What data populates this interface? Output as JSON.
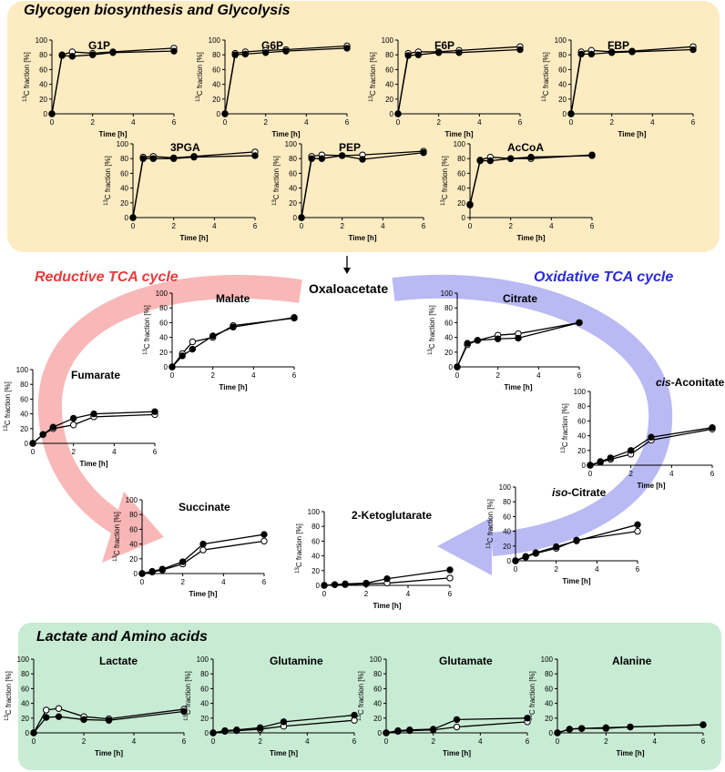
{
  "sections": {
    "top_title": "Glycogen biosynthesis and Glycolysis",
    "bottom_title": "Lactate and Amino acids",
    "reductive_label": "Reductive TCA cycle",
    "oxidative_label": "Oxidative TCA cycle",
    "center_label": "Oxaloacetate"
  },
  "colors": {
    "top_panel_bg": "#fdebc2",
    "bottom_panel_bg": "#c8ebd4",
    "reductive": "#e83a3a",
    "oxidative": "#2a2ad8",
    "reductive_arrow": "#f8b4b4",
    "oxidative_arrow": "#b5b5f2"
  },
  "chart_data": [
    {
      "id": "G1P",
      "type": "line",
      "title": "G1P",
      "xlabel": "Time [h]",
      "ylabel": "13C fraction [%]",
      "xlim": [
        0,
        6
      ],
      "ylim": [
        0,
        100
      ],
      "xticks": [
        0,
        2,
        4,
        6
      ],
      "yticks": [
        0,
        20,
        40,
        60,
        80,
        100
      ],
      "series": [
        {
          "marker": "open",
          "x": [
            0,
            0.5,
            1,
            2,
            3,
            6
          ],
          "y": [
            0,
            80,
            84,
            82,
            84,
            89
          ]
        },
        {
          "marker": "filled",
          "x": [
            0,
            0.5,
            1,
            2,
            3,
            6
          ],
          "y": [
            0,
            79,
            78,
            80,
            83,
            85
          ]
        }
      ]
    },
    {
      "id": "G6P",
      "type": "line",
      "title": "G6P",
      "xlabel": "Time [h]",
      "ylabel": "13C fraction [%]",
      "xlim": [
        0,
        6
      ],
      "ylim": [
        0,
        100
      ],
      "xticks": [
        0,
        2,
        4,
        6
      ],
      "yticks": [
        0,
        20,
        40,
        60,
        80,
        100
      ],
      "series": [
        {
          "marker": "open",
          "x": [
            0,
            0.5,
            1,
            2,
            3,
            6
          ],
          "y": [
            0,
            82,
            84,
            86,
            87,
            92
          ]
        },
        {
          "marker": "filled",
          "x": [
            0,
            0.5,
            1,
            2,
            3,
            6
          ],
          "y": [
            0,
            80,
            81,
            83,
            85,
            89
          ]
        }
      ]
    },
    {
      "id": "F6P",
      "type": "line",
      "title": "F6P",
      "xlabel": "Time [h]",
      "ylabel": "13C fraction [%]",
      "xlim": [
        0,
        6
      ],
      "ylim": [
        0,
        100
      ],
      "xticks": [
        0,
        2,
        4,
        6
      ],
      "yticks": [
        0,
        20,
        40,
        60,
        80,
        100
      ],
      "series": [
        {
          "marker": "open",
          "x": [
            0,
            0.5,
            1,
            2,
            3,
            6
          ],
          "y": [
            0,
            82,
            84,
            84,
            86,
            91
          ]
        },
        {
          "marker": "filled",
          "x": [
            0,
            0.5,
            1,
            2,
            3,
            6
          ],
          "y": [
            0,
            79,
            80,
            83,
            83,
            87
          ]
        }
      ]
    },
    {
      "id": "FBP",
      "type": "line",
      "title": "FBP",
      "xlabel": "Time [h]",
      "ylabel": "13C fraction [%]",
      "xlim": [
        0,
        6
      ],
      "ylim": [
        0,
        100
      ],
      "xticks": [
        0,
        2,
        4,
        6
      ],
      "yticks": [
        0,
        20,
        40,
        60,
        80,
        100
      ],
      "series": [
        {
          "marker": "open",
          "x": [
            0,
            0.5,
            1,
            2,
            3,
            6
          ],
          "y": [
            0,
            84,
            86,
            84,
            85,
            91
          ]
        },
        {
          "marker": "filled",
          "x": [
            0,
            0.5,
            1,
            2,
            3,
            6
          ],
          "y": [
            0,
            81,
            81,
            83,
            84,
            87
          ]
        }
      ]
    },
    {
      "id": "3PGA",
      "type": "line",
      "title": "3PGA",
      "xlabel": "Time [h]",
      "ylabel": "13C fraction [%]",
      "xlim": [
        0,
        6
      ],
      "ylim": [
        0,
        100
      ],
      "xticks": [
        0,
        2,
        4,
        6
      ],
      "yticks": [
        0,
        20,
        40,
        60,
        80,
        100
      ],
      "series": [
        {
          "marker": "open",
          "x": [
            0,
            0.5,
            1,
            2,
            3,
            6
          ],
          "y": [
            0,
            82,
            83,
            81,
            83,
            89
          ]
        },
        {
          "marker": "filled",
          "x": [
            0,
            0.5,
            1,
            2,
            3,
            6
          ],
          "y": [
            0,
            80,
            80,
            80,
            82,
            84
          ]
        }
      ]
    },
    {
      "id": "PEP",
      "type": "line",
      "title": "PEP",
      "xlabel": "Time [h]",
      "ylabel": "13C fraction [%]",
      "xlim": [
        0,
        6
      ],
      "ylim": [
        0,
        100
      ],
      "xticks": [
        0,
        2,
        4,
        6
      ],
      "yticks": [
        0,
        20,
        40,
        60,
        80,
        100
      ],
      "series": [
        {
          "marker": "open",
          "x": [
            0,
            0.5,
            1,
            2,
            3,
            6
          ],
          "y": [
            0,
            83,
            85,
            84,
            85,
            90
          ]
        },
        {
          "marker": "filled",
          "x": [
            0,
            0.5,
            1,
            2,
            3,
            6
          ],
          "y": [
            0,
            80,
            80,
            84,
            79,
            88
          ]
        }
      ]
    },
    {
      "id": "AcCoA",
      "type": "line",
      "title": "AcCoA",
      "xlabel": "Time [h]",
      "ylabel": "13C fraction [%]",
      "xlim": [
        0,
        6
      ],
      "ylim": [
        0,
        100
      ],
      "xticks": [
        0,
        2,
        4,
        6
      ],
      "yticks": [
        0,
        20,
        40,
        60,
        80,
        100
      ],
      "series": [
        {
          "marker": "open",
          "x": [
            0,
            0.5,
            1,
            2,
            3,
            6
          ],
          "y": [
            18,
            78,
            82,
            80,
            80,
            85
          ]
        },
        {
          "marker": "filled",
          "x": [
            0,
            0.5,
            1,
            2,
            3,
            6
          ],
          "y": [
            17,
            77,
            77,
            80,
            82,
            84
          ]
        }
      ]
    },
    {
      "id": "Malate",
      "type": "line",
      "title": "Malate",
      "xlabel": "Time [h]",
      "ylabel": "13C fraction [%]",
      "xlim": [
        0,
        6
      ],
      "ylim": [
        0,
        100
      ],
      "xticks": [
        0,
        2,
        4,
        6
      ],
      "yticks": [
        0,
        20,
        40,
        60,
        80,
        100
      ],
      "series": [
        {
          "marker": "open",
          "x": [
            0,
            0.5,
            1,
            2,
            3,
            6
          ],
          "y": [
            0,
            18,
            34,
            40,
            56,
            66
          ]
        },
        {
          "marker": "filled",
          "x": [
            0,
            0.5,
            1,
            2,
            3,
            6
          ],
          "y": [
            0,
            15,
            24,
            42,
            54,
            67
          ]
        }
      ]
    },
    {
      "id": "Citrate",
      "type": "line",
      "title": "Citrate",
      "xlabel": "Time [h]",
      "ylabel": "13C fraction [%]",
      "xlim": [
        0,
        6
      ],
      "ylim": [
        0,
        100
      ],
      "xticks": [
        0,
        2,
        4,
        6
      ],
      "yticks": [
        0,
        20,
        40,
        60,
        80,
        100
      ],
      "series": [
        {
          "marker": "open",
          "x": [
            0,
            0.5,
            1,
            2,
            3,
            6
          ],
          "y": [
            0,
            30,
            36,
            43,
            45,
            60
          ]
        },
        {
          "marker": "filled",
          "x": [
            0,
            0.5,
            1,
            2,
            3,
            6
          ],
          "y": [
            0,
            32,
            36,
            38,
            39,
            60
          ]
        }
      ]
    },
    {
      "id": "Fumarate",
      "type": "line",
      "title": "Fumarate",
      "xlabel": "Time [h]",
      "ylabel": "13C fraction [%]",
      "xlim": [
        0,
        6
      ],
      "ylim": [
        0,
        100
      ],
      "xticks": [
        0,
        2,
        4,
        6
      ],
      "yticks": [
        0,
        20,
        40,
        60,
        80,
        100
      ],
      "series": [
        {
          "marker": "open",
          "x": [
            0,
            0.5,
            1,
            2,
            3,
            6
          ],
          "y": [
            0,
            12,
            20,
            25,
            36,
            39
          ]
        },
        {
          "marker": "filled",
          "x": [
            0,
            0.5,
            1,
            2,
            3,
            6
          ],
          "y": [
            0,
            12,
            22,
            34,
            40,
            43
          ]
        }
      ]
    },
    {
      "id": "cis-Aconitate",
      "type": "line",
      "title": "cis-Aconitate",
      "xlabel": "Time [h]",
      "ylabel": "13C fraction [%]",
      "xlim": [
        0,
        6
      ],
      "ylim": [
        0,
        100
      ],
      "xticks": [
        0,
        2,
        4,
        6
      ],
      "yticks": [
        0,
        20,
        40,
        60,
        80,
        100
      ],
      "series": [
        {
          "marker": "open",
          "x": [
            0,
            0.5,
            1,
            2,
            3,
            6
          ],
          "y": [
            0,
            4,
            8,
            15,
            34,
            49
          ]
        },
        {
          "marker": "filled",
          "x": [
            0,
            0.5,
            1,
            2,
            3,
            6
          ],
          "y": [
            0,
            5,
            10,
            20,
            38,
            51
          ]
        }
      ]
    },
    {
      "id": "Succinate",
      "type": "line",
      "title": "Succinate",
      "xlabel": "Time [h]",
      "ylabel": "13C fraction [%]",
      "xlim": [
        0,
        6
      ],
      "ylim": [
        0,
        100
      ],
      "xticks": [
        0,
        2,
        4,
        6
      ],
      "yticks": [
        0,
        20,
        40,
        60,
        80,
        100
      ],
      "series": [
        {
          "marker": "open",
          "x": [
            0,
            0.5,
            1,
            2,
            3,
            6
          ],
          "y": [
            0,
            2,
            5,
            13,
            32,
            44
          ]
        },
        {
          "marker": "filled",
          "x": [
            0,
            0.5,
            1,
            2,
            3,
            6
          ],
          "y": [
            0,
            3,
            6,
            16,
            40,
            53
          ]
        }
      ]
    },
    {
      "id": "2-Ketoglutarate",
      "type": "line",
      "title": "2-Ketoglutarate",
      "xlabel": "Time [h]",
      "ylabel": "13C fraction [%]",
      "xlim": [
        0,
        6
      ],
      "ylim": [
        0,
        100
      ],
      "xticks": [
        0,
        2,
        4,
        6
      ],
      "yticks": [
        0,
        20,
        40,
        60,
        80,
        100
      ],
      "series": [
        {
          "marker": "open",
          "x": [
            0,
            0.5,
            1,
            2,
            3,
            6
          ],
          "y": [
            0,
            1,
            1,
            2,
            3,
            10
          ]
        },
        {
          "marker": "filled",
          "x": [
            0,
            0.5,
            1,
            2,
            3,
            6
          ],
          "y": [
            0,
            1,
            2,
            3,
            9,
            21
          ]
        }
      ]
    },
    {
      "id": "iso-Citrate",
      "type": "line",
      "title": "iso-Citrate",
      "xlabel": "Time [h]",
      "ylabel": "13C fraction [%]",
      "xlim": [
        0,
        6
      ],
      "ylim": [
        0,
        100
      ],
      "xticks": [
        0,
        2,
        4,
        6
      ],
      "yticks": [
        0,
        20,
        40,
        60,
        80,
        100
      ],
      "series": [
        {
          "marker": "open",
          "x": [
            0,
            0.5,
            1,
            2,
            3,
            6
          ],
          "y": [
            0,
            5,
            10,
            17,
            28,
            40
          ]
        },
        {
          "marker": "filled",
          "x": [
            0,
            0.5,
            1,
            2,
            3,
            6
          ],
          "y": [
            0,
            6,
            11,
            19,
            27,
            49
          ]
        }
      ]
    },
    {
      "id": "Lactate",
      "type": "line",
      "title": "Lactate",
      "xlabel": "Time [h]",
      "ylabel": "13C fraction [%]",
      "xlim": [
        0,
        6
      ],
      "ylim": [
        0,
        100
      ],
      "xticks": [
        0,
        2,
        4,
        6
      ],
      "yticks": [
        0,
        20,
        40,
        60,
        80,
        100
      ],
      "series": [
        {
          "marker": "open",
          "x": [
            0,
            0.5,
            1,
            2,
            3,
            6
          ],
          "y": [
            0,
            31,
            33,
            22,
            19,
            32
          ]
        },
        {
          "marker": "filled",
          "x": [
            0,
            0.5,
            1,
            2,
            3,
            6
          ],
          "y": [
            0,
            21,
            22,
            18,
            17,
            29
          ]
        }
      ]
    },
    {
      "id": "Glutamine",
      "type": "line",
      "title": "Glutamine",
      "xlabel": "Time [h]",
      "ylabel": "13C fraction [%]",
      "xlim": [
        0,
        6
      ],
      "ylim": [
        0,
        100
      ],
      "xticks": [
        0,
        2,
        4,
        6
      ],
      "yticks": [
        0,
        20,
        40,
        60,
        80,
        100
      ],
      "series": [
        {
          "marker": "open",
          "x": [
            0,
            0.5,
            1,
            2,
            3,
            6
          ],
          "y": [
            0,
            2,
            3,
            5,
            9,
            17
          ]
        },
        {
          "marker": "filled",
          "x": [
            0,
            0.5,
            1,
            2,
            3,
            6
          ],
          "y": [
            0,
            3,
            4,
            7,
            15,
            24
          ]
        }
      ]
    },
    {
      "id": "Glutamate",
      "type": "line",
      "title": "Glutamate",
      "xlabel": "Time [h]",
      "ylabel": "13C fraction [%]",
      "xlim": [
        0,
        6
      ],
      "ylim": [
        0,
        100
      ],
      "xticks": [
        0,
        2,
        4,
        6
      ],
      "yticks": [
        0,
        20,
        40,
        60,
        80,
        100
      ],
      "series": [
        {
          "marker": "open",
          "x": [
            0,
            0.5,
            1,
            2,
            3,
            6
          ],
          "y": [
            0,
            2,
            3,
            4,
            8,
            15
          ]
        },
        {
          "marker": "filled",
          "x": [
            0,
            0.5,
            1,
            2,
            3,
            6
          ],
          "y": [
            0,
            3,
            4,
            5,
            18,
            20
          ]
        }
      ]
    },
    {
      "id": "Alanine",
      "type": "line",
      "title": "Alanine",
      "xlabel": "Time [h]",
      "ylabel": "13C fraction [%]",
      "xlim": [
        0,
        6
      ],
      "ylim": [
        0,
        100
      ],
      "xticks": [
        0,
        2,
        4,
        6
      ],
      "yticks": [
        0,
        20,
        40,
        60,
        80,
        100
      ],
      "series": [
        {
          "marker": "open",
          "x": [
            0,
            0.5,
            1,
            2,
            3,
            6
          ],
          "y": [
            0,
            5,
            6,
            6,
            8,
            11
          ]
        },
        {
          "marker": "filled",
          "x": [
            0,
            0.5,
            1,
            2,
            3,
            6
          ],
          "y": [
            0,
            5,
            6,
            7,
            8,
            11
          ]
        }
      ]
    }
  ]
}
